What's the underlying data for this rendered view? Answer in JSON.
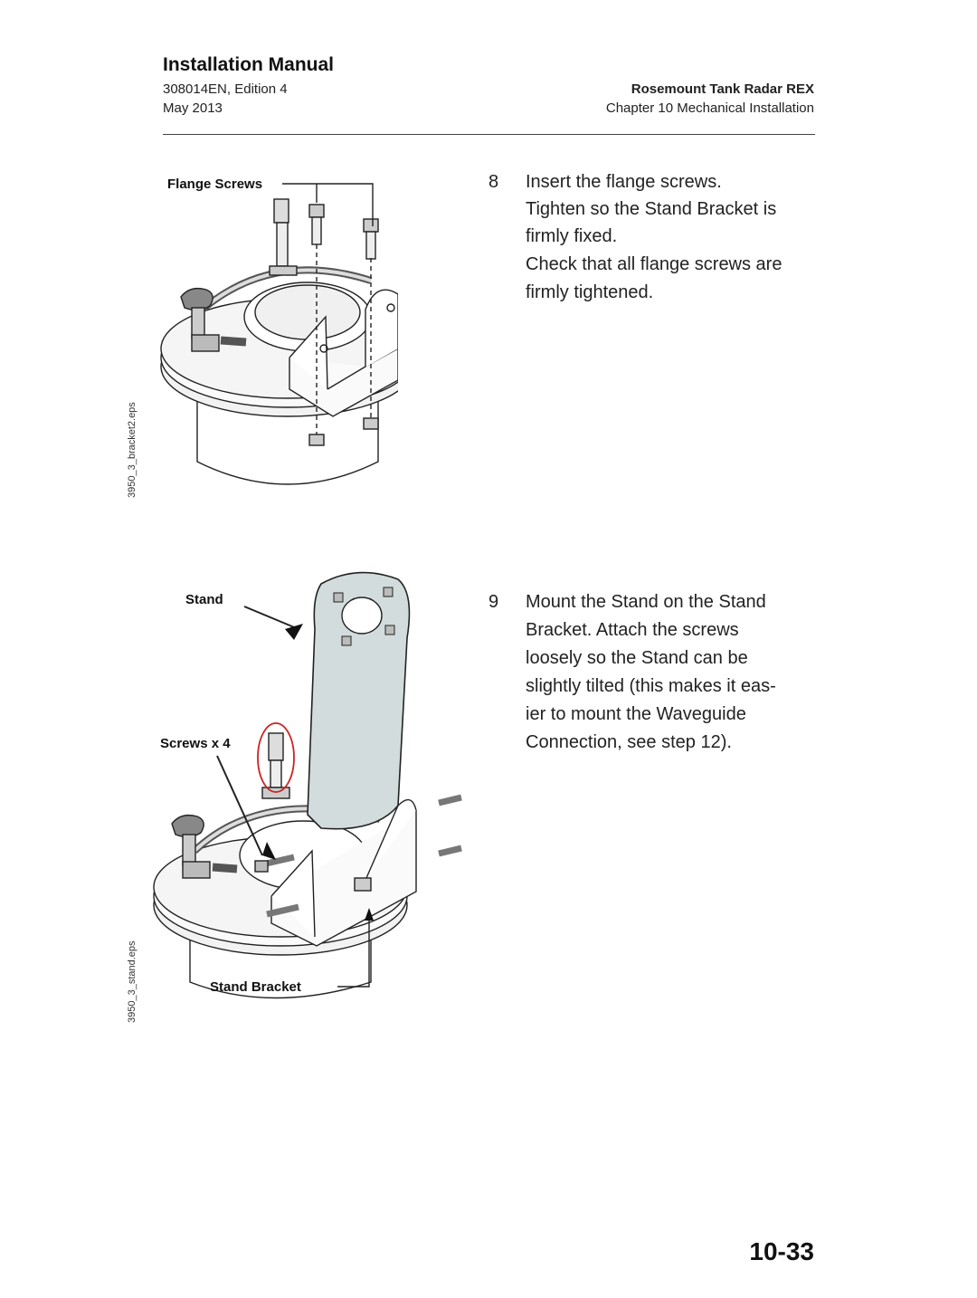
{
  "header": {
    "title": "Installation Manual",
    "doc_number": "308014EN, Edition 4",
    "date": "May 2013",
    "product": "Rosemount Tank Radar REX",
    "chapter": "Chapter 10 Mechanical Installation"
  },
  "figure1": {
    "label": "Flange Screws",
    "file_label": "3950_3_bracket2.eps"
  },
  "figure2": {
    "label_stand": "Stand",
    "label_screws": "Screws x 4",
    "label_bracket": "Stand Bracket",
    "file_label": "3950_3_stand.eps"
  },
  "steps": [
    {
      "number": "8",
      "lines": [
        "Insert the flange screws.",
        "Tighten so the Stand Bracket is",
        "firmly fixed.",
        "Check that all flange screws are",
        "firmly tightened."
      ]
    },
    {
      "number": "9",
      "lines": [
        "Mount the Stand on the Stand",
        "Bracket. Attach the screws",
        "loosely so the Stand can be",
        "slightly tilted (this makes it eas-",
        "ier to mount the Waveguide",
        "Connection, see step 12)."
      ]
    }
  ],
  "page_number": "10-33",
  "colors": {
    "stand_fill": "#d3dcdc",
    "highlight_circle": "#cc2222"
  }
}
